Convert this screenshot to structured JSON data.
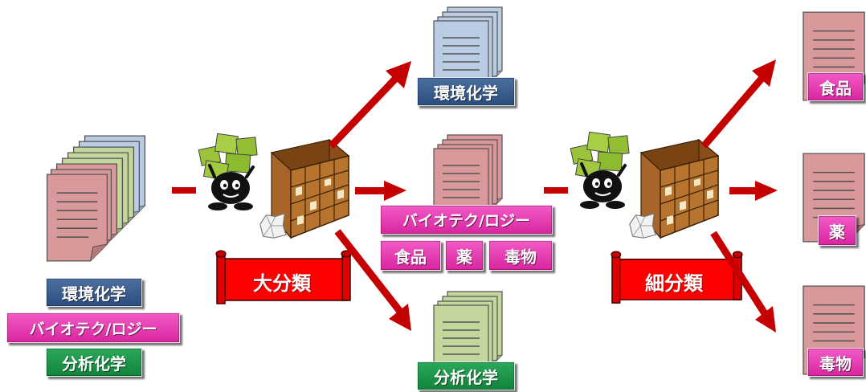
{
  "labels": {
    "env": "環境化学",
    "bio": "バイオテク/ロジー",
    "ana": "分析化学",
    "food": "食品",
    "drug": "薬",
    "poison": "毒物"
  },
  "banners": {
    "major": "大分類",
    "minor": "細分類"
  },
  "colors": {
    "arrow": "#c40000",
    "doc_pink": "#d9999a",
    "doc_blue": "#b9cce4",
    "doc_green": "#c3d69b",
    "shelf": "#9a5a1f"
  }
}
